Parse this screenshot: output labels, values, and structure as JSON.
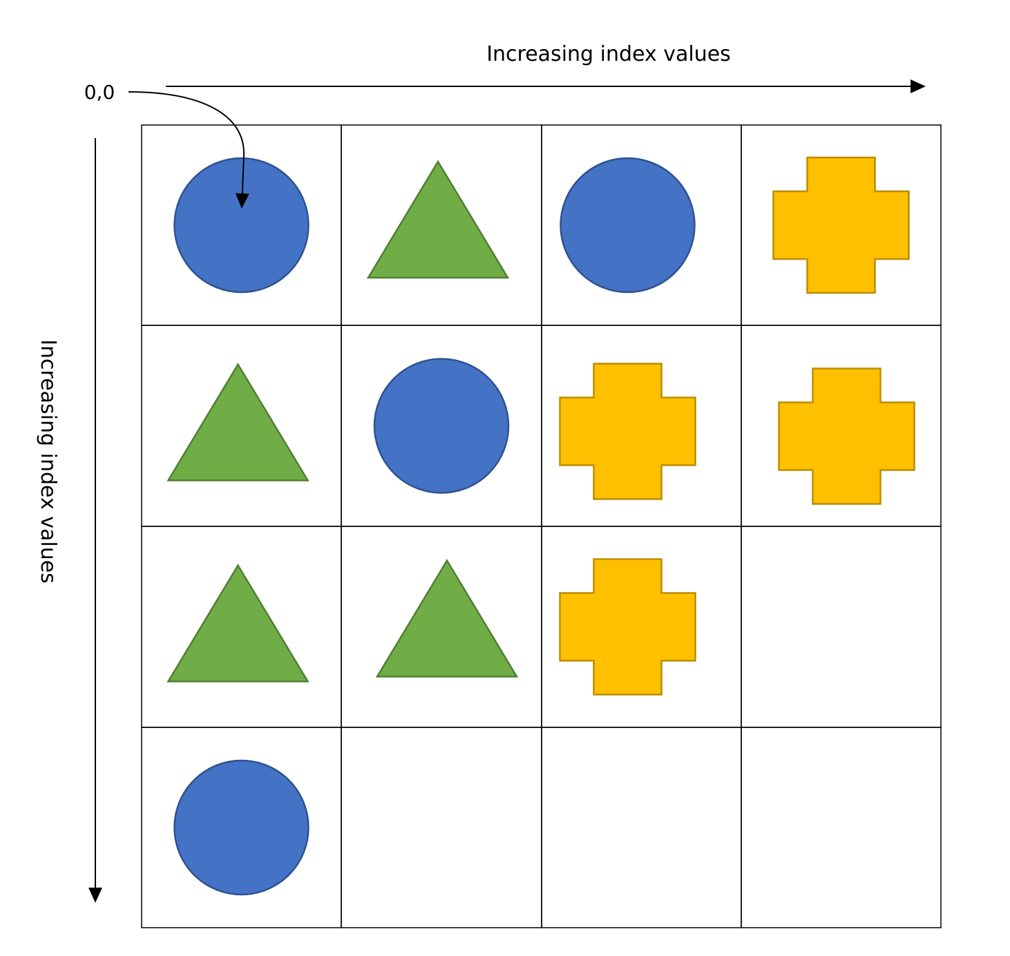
{
  "labels": {
    "origin": "0,0",
    "x_axis": "Increasing index values",
    "y_axis": "Increasing index values"
  },
  "grid": {
    "rows": 4,
    "cols": 4,
    "cells": [
      [
        "circle",
        "triangle",
        "circle",
        "cross"
      ],
      [
        "triangle",
        "circle",
        "cross",
        "cross"
      ],
      [
        "triangle",
        "triangle",
        "cross",
        "empty"
      ],
      [
        "circle",
        "empty",
        "empty",
        "empty"
      ]
    ]
  },
  "colors": {
    "circle_fill": "#4472C4",
    "circle_stroke": "#2F528F",
    "triangle_fill": "#70AD47",
    "triangle_stroke": "#507E32",
    "cross_fill": "#FFC000",
    "cross_stroke": "#BC8C00",
    "line": "#000000"
  }
}
